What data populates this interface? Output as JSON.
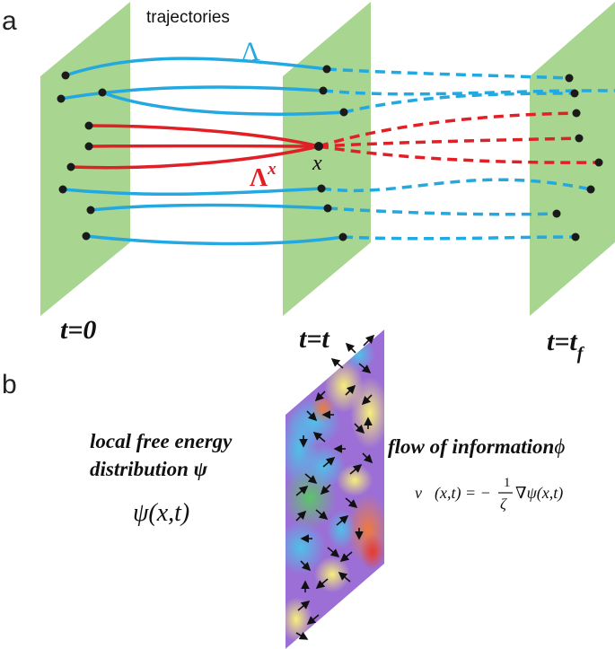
{
  "panel_a": {
    "panel_label": "a",
    "trajectories_label": "trajectories",
    "lambda_label": "Λ",
    "lambda_x_main": "Λ",
    "lambda_x_sup": "x",
    "point_label": "x",
    "time_labels": {
      "t0_main": "t=0",
      "tt_main": "t=t",
      "tf_main": "t=t",
      "tf_sub": "f"
    }
  },
  "panel_b": {
    "panel_label": "b",
    "left_line1": "local free energy",
    "left_line2": "distribution ψ",
    "left_formula": "ψ(x,t)",
    "right_title": "flow of information",
    "right_title_phi": "ϕ",
    "velocity_lhs": "v⃗(x,t) = −",
    "velocity_frac_num": "1",
    "velocity_frac_den": "ζ",
    "velocity_rhs": "∇ψ(x,t)"
  },
  "colors": {
    "plane": "#a8d58f",
    "blue": "#23a8e0",
    "red": "#e02026",
    "dot": "#1a1a1a"
  }
}
